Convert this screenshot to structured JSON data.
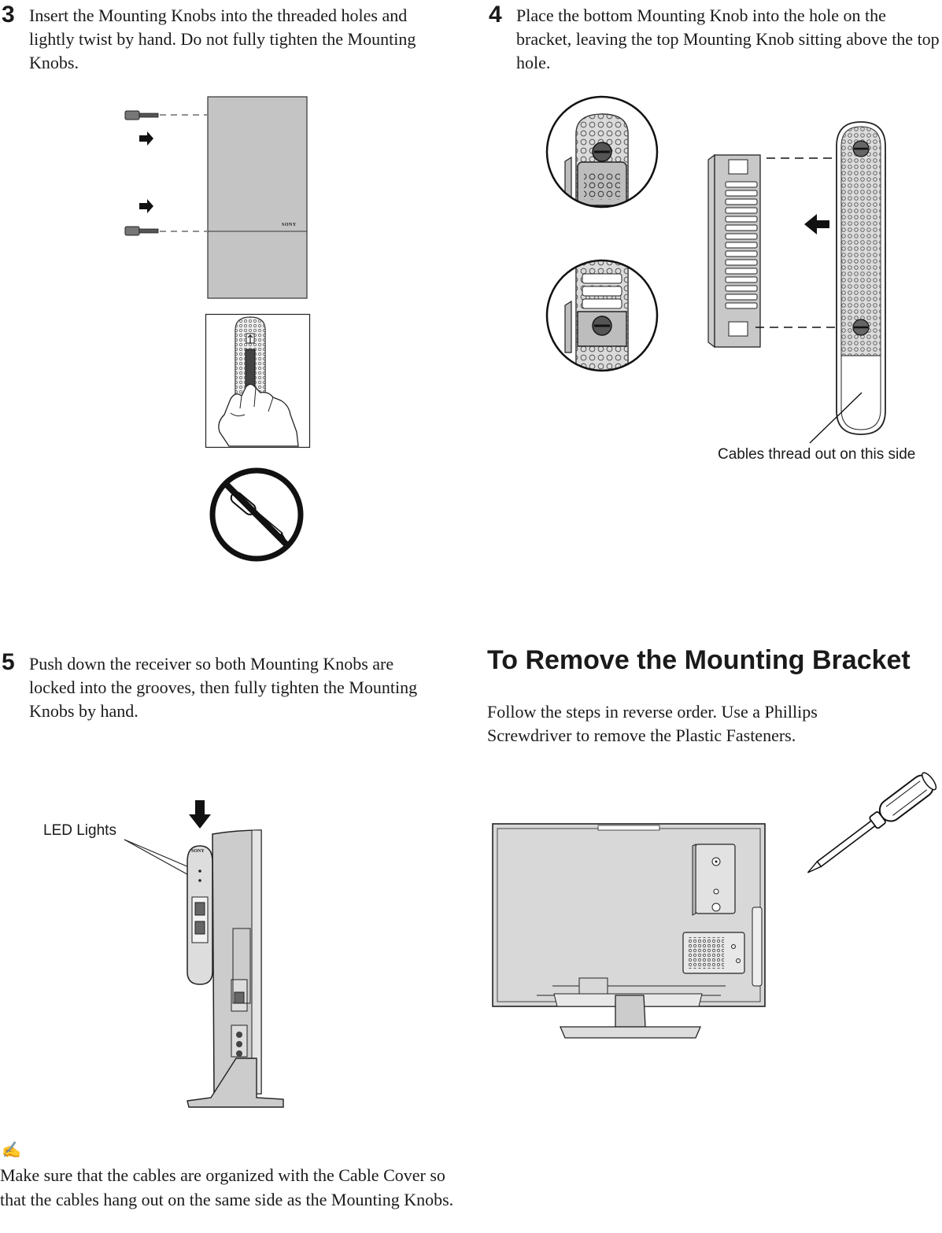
{
  "step3": {
    "number": "3",
    "text": "Insert the Mounting Knobs into the threaded holes and lightly twist by hand.  Do not fully tighten the Mounting Knobs.",
    "brand_mark": "SONY"
  },
  "step4": {
    "number": "4",
    "text": "Place the bottom Mounting Knob into the hole on the bracket, leaving the top Mounting Knob sitting above the top hole.",
    "callout": "Cables thread out on this side"
  },
  "step5": {
    "number": "5",
    "text": "Push down the receiver so both Mounting Knobs are locked into the grooves, then fully tighten the Mounting Knobs by hand.",
    "callout": "LED Lights",
    "brand_mark": "SONY"
  },
  "remove": {
    "heading": "To Remove the Mounting Bracket",
    "text": "Follow the steps in reverse order. Use a Phillips Screwdriver to remove the Plastic Fasteners."
  },
  "note": {
    "icon": "pencil-note-icon",
    "glyph": "✍",
    "text": "Make sure that the cables are organized with the Cable Cover so that the cables hang out on the same side as the Mounting Knobs."
  }
}
